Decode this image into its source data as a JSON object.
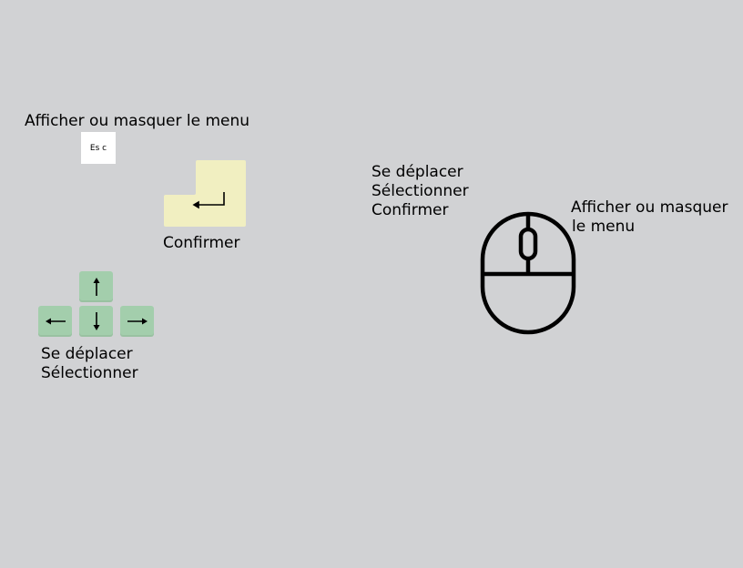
{
  "keyboard": {
    "esc": {
      "action": "Afficher ou masquer le menu",
      "key_label": "Es c"
    },
    "enter": {
      "action": "Confirmer",
      "icon": "enter-arrow-icon"
    },
    "arrows": {
      "action_line1": "Se déplacer",
      "action_line2": "Sélectionner",
      "icons": [
        "arrow-up-icon",
        "arrow-left-icon",
        "arrow-down-icon",
        "arrow-right-icon"
      ]
    }
  },
  "mouse": {
    "buttons_action_line1": "Se déplacer",
    "buttons_action_line2": "Sélectionner",
    "buttons_action_line3": "Confirmer",
    "right_action_line1": "Afficher ou masquer",
    "right_action_line2": "le menu",
    "icon": "mouse-icon"
  },
  "colors": {
    "background": "#d1d2d4",
    "esc_key": "#ffffff",
    "enter_key": "#f1efc1",
    "arrow_key": "#a3ceac"
  }
}
